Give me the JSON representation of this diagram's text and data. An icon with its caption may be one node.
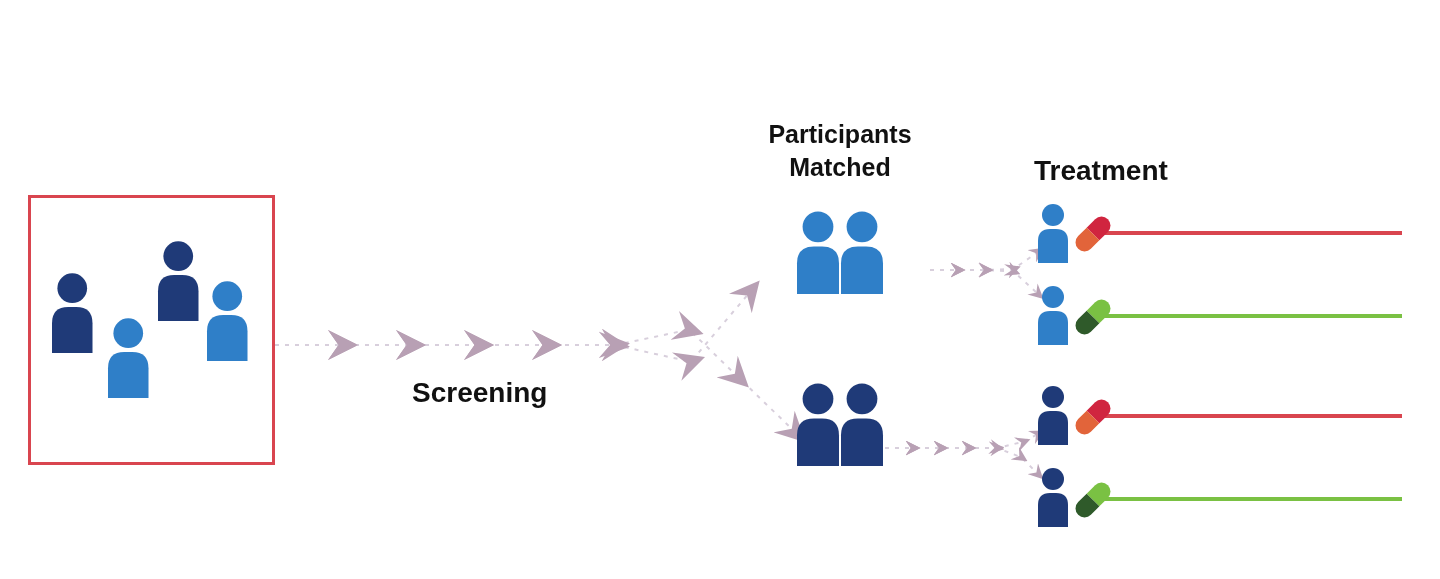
{
  "diagram": {
    "nodes": [
      {
        "text": [],
        "shape": "box"
      },
      {
        "text": [
          "Participants Matched"
        ]
      },
      {
        "text": [],
        "shape": "person"
      },
      {
        "text": [],
        "shape": "person"
      },
      {
        "text": [],
        "shape": "person"
      },
      {
        "text": [],
        "shape": "person"
      },
      {
        "text": [],
        "shape": "person"
      }
    ],
    "edges": [
      {
        "from": 0,
        "to": 1,
        "arrow": "to",
        "style": "dashed"
      },
      {
        "from": 0,
        "to": 2,
        "arrow": "to",
        "style": "dashed"
      },
      {
        "from": 1,
        "to": 3,
        "arrow": "to",
        "style": "dashed"
      },
      {
        "from": 1,
        "to": 4,
        "arrow": "to",
        "style": "dashed"
      },
      {
        "from": 2,
        "to": 5,
        "arrow": "to",
        "style": "dashed"
      },
      {
        "from": 2,
        "to": 6,
        "arrow": "to",
        "style": "dashed"
      }
    ],
    "labels": [
      "Screening",
      "Treatment"
    ]
  }
}
